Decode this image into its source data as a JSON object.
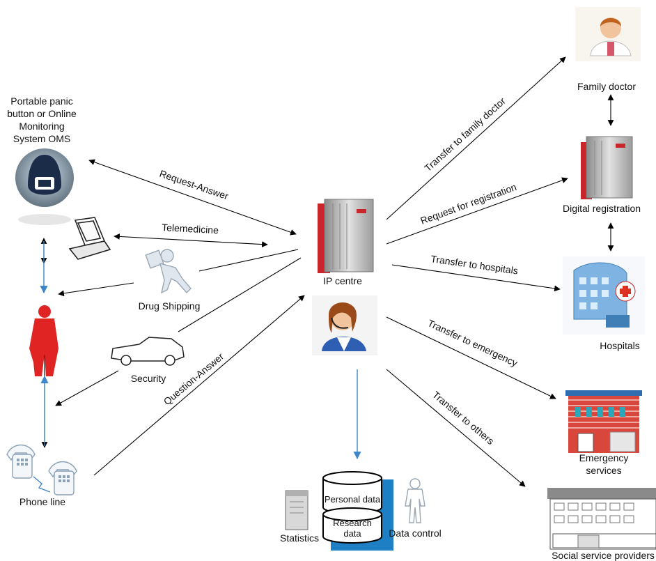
{
  "nodes": {
    "panic": [
      "Portable panic",
      "button or Online",
      "Monitoring",
      "System OMS"
    ],
    "drug_shipping": "Drug Shipping",
    "security": "Security",
    "phone_line": "Phone line",
    "ip_centre": "IP centre",
    "family_doctor": "Family doctor",
    "digital_registration": "Digital registration",
    "hospitals": "Hospitals",
    "emergency": [
      "Emergency",
      "services"
    ],
    "social": "Social service providers",
    "personal_data": "Personal data",
    "research_data": [
      "Research",
      "data"
    ],
    "statistics": "Statistics",
    "data_control": "Data control"
  },
  "edges": {
    "request_answer": "Request-Answer",
    "telemedicine": "Telemedicine",
    "question_answer": "Question-Answer",
    "transfer_family": "Transfer to family doctor",
    "request_registration": "Request for registration",
    "transfer_hospitals": "Transfer to hospitals",
    "transfer_emergency": "Transfer to emergency",
    "transfer_others": "Transfer to others"
  },
  "colors": {
    "arrow": "#000000",
    "blue_link": "#3f86c8",
    "person_red": "#e02424",
    "server_red": "#c8262a",
    "database_blue": "#1f7fc4"
  }
}
